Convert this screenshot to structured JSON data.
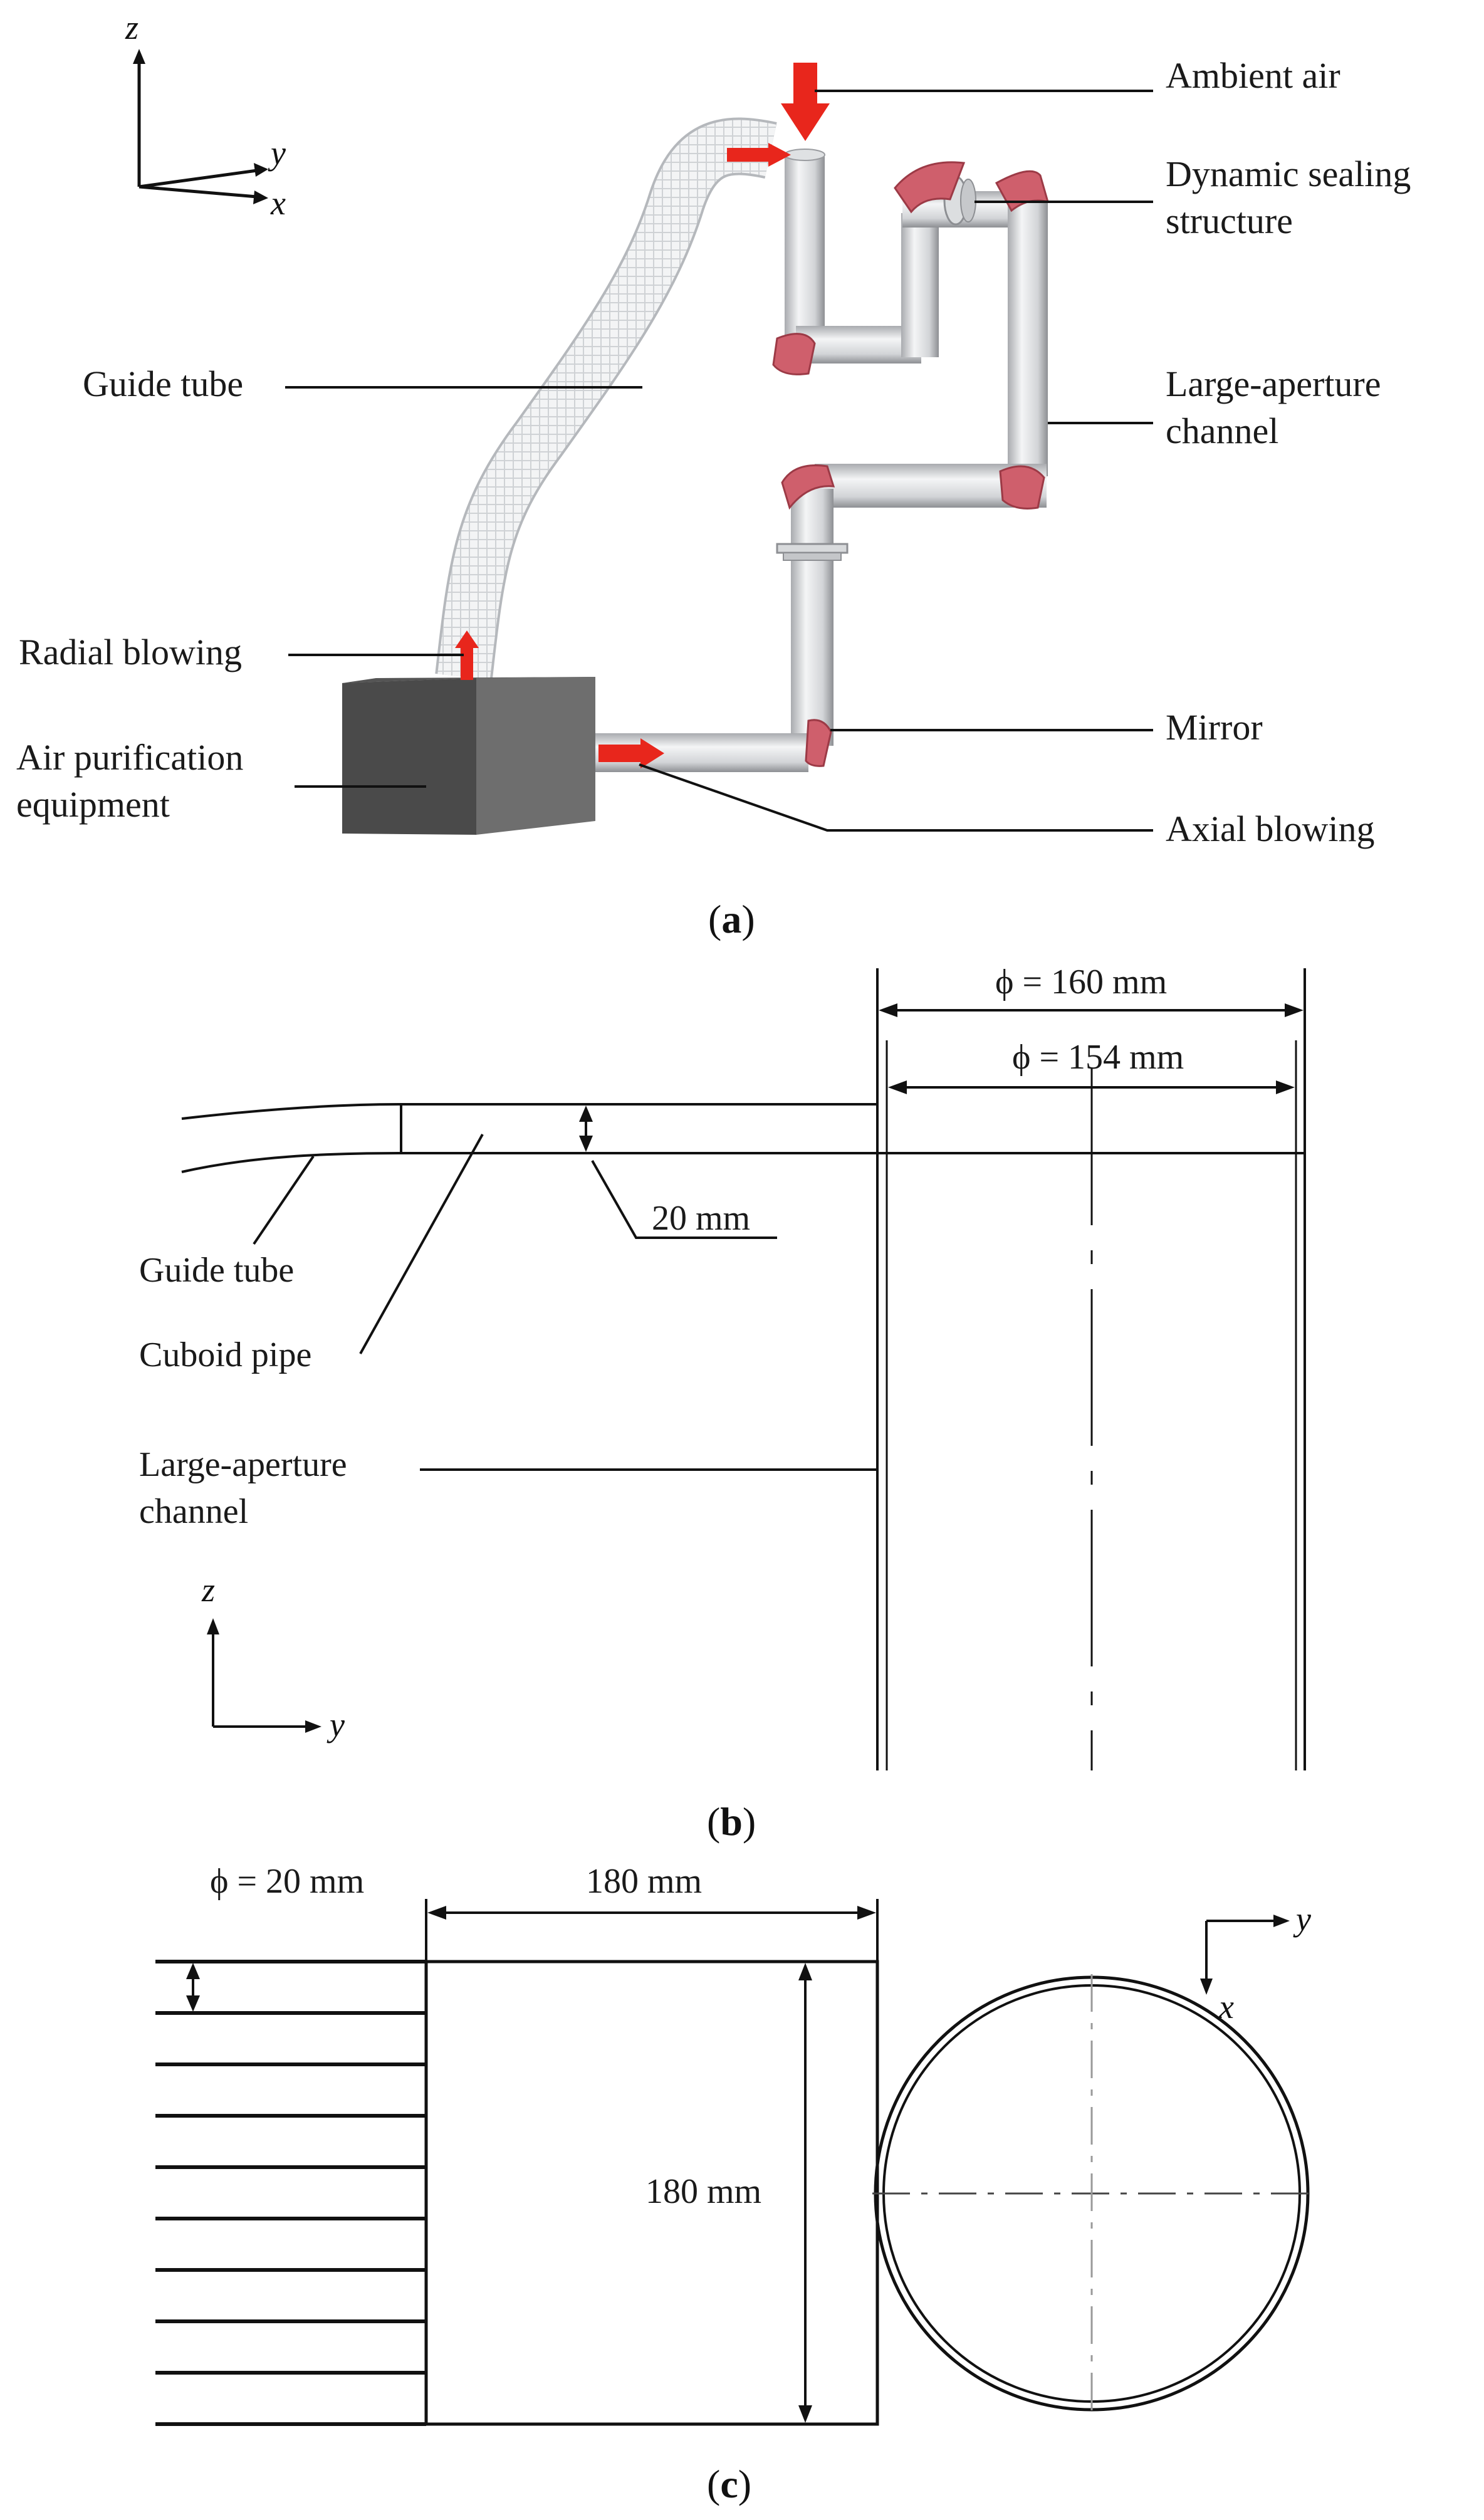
{
  "panels": {
    "a": {
      "caption_open": "(",
      "caption_letter": "a",
      "caption_close": ")",
      "axes": {
        "z": "z",
        "y": "y",
        "x": "x"
      },
      "labels": {
        "ambient_air": "Ambient air",
        "dynamic_sealing_1": "Dynamic sealing",
        "dynamic_sealing_2": "structure",
        "guide_tube": "Guide tube",
        "large_aperture_1": "Large-aperture",
        "large_aperture_2": "channel",
        "radial_blowing": "Radial blowing",
        "air_purification_1": "Air purification",
        "air_purification_2": "equipment",
        "mirror": "Mirror",
        "axial_blowing": "Axial blowing"
      }
    },
    "b": {
      "caption_open": "(",
      "caption_letter": "b",
      "caption_close": ")",
      "axes": {
        "z": "z",
        "y": "y"
      },
      "dims": {
        "outer_diameter": "ϕ = 160 mm",
        "inner_diameter": "ϕ = 154 mm",
        "pipe_height": "20 mm"
      },
      "labels": {
        "guide_tube": "Guide tube",
        "cuboid_pipe": "Cuboid pipe",
        "large_aperture_1": "Large-aperture",
        "large_aperture_2": "channel"
      }
    },
    "c": {
      "caption_open": "(",
      "caption_letter": "c",
      "caption_close": ")",
      "axes": {
        "y": "y",
        "x": "x"
      },
      "dims": {
        "tube_diameter": "ϕ = 20 mm",
        "width": "180 mm",
        "height": "180 mm"
      }
    }
  },
  "colors": {
    "arrow_red": "#e8261c",
    "mirror_pink": "#cf5f6c",
    "pipe_light": "#eceef0",
    "pipe_mid": "#c7c9cc",
    "pipe_dark": "#9a9ca0",
    "box_front": "#4a4a4a",
    "box_side": "#6e6e6e",
    "box_top": "#5a5a5a"
  }
}
